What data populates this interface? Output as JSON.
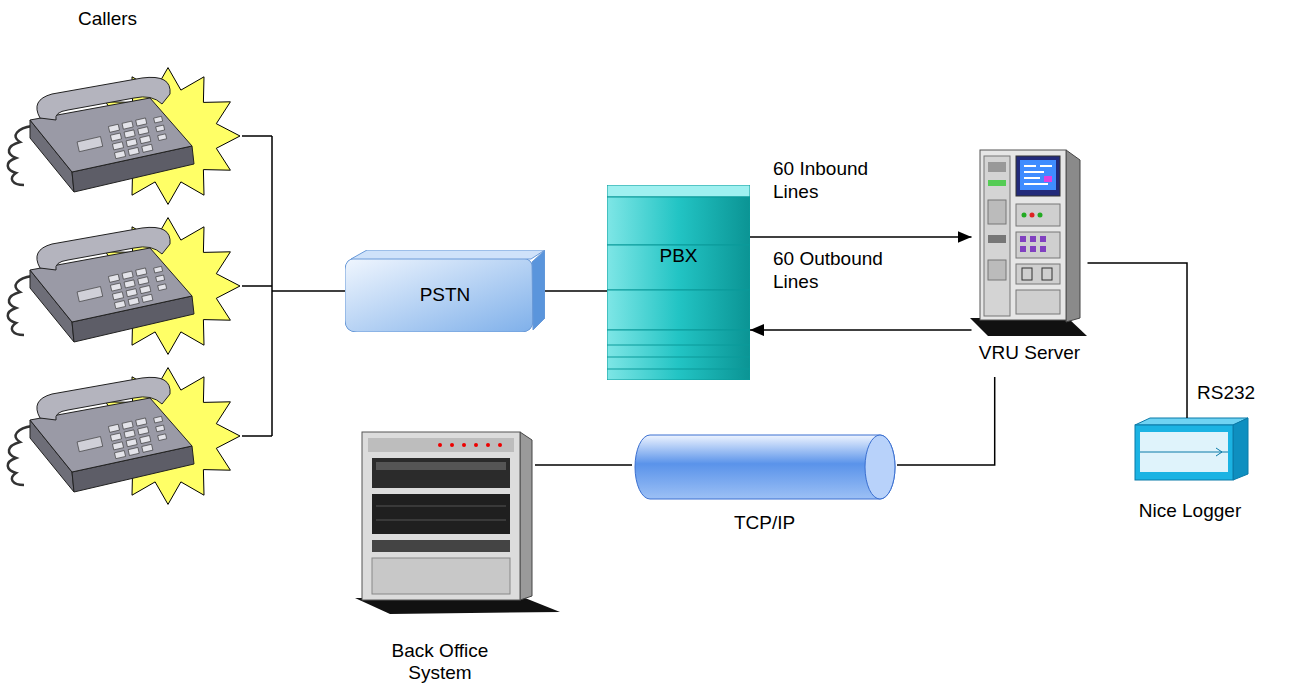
{
  "diagram": {
    "nodes": [
      {
        "text": [
          "Callers"
        ]
      },
      {
        "text": [
          "PSTN"
        ]
      },
      {
        "text": [
          "PBX"
        ]
      },
      {
        "text": [
          "VRU Server"
        ]
      },
      {
        "text": [
          "Back Office System"
        ]
      },
      {
        "text": [
          "TCP/IP"
        ]
      },
      {
        "text": [
          "Nice Logger"
        ]
      }
    ],
    "edges": [
      {
        "from": 0,
        "to": 1,
        "arrow": "none"
      },
      {
        "from": 1,
        "to": 2,
        "arrow": "none"
      },
      {
        "from": 2,
        "to": 3,
        "label": "60 Inbound Lines",
        "arrow": "to"
      },
      {
        "from": 3,
        "to": 2,
        "label": "60 Outbound Lines",
        "arrow": "to"
      },
      {
        "from": 4,
        "to": 5,
        "arrow": "none"
      },
      {
        "from": 5,
        "to": 3,
        "arrow": "none"
      },
      {
        "from": 3,
        "to": 6,
        "label": "RS232",
        "arrow": "none"
      }
    ]
  }
}
